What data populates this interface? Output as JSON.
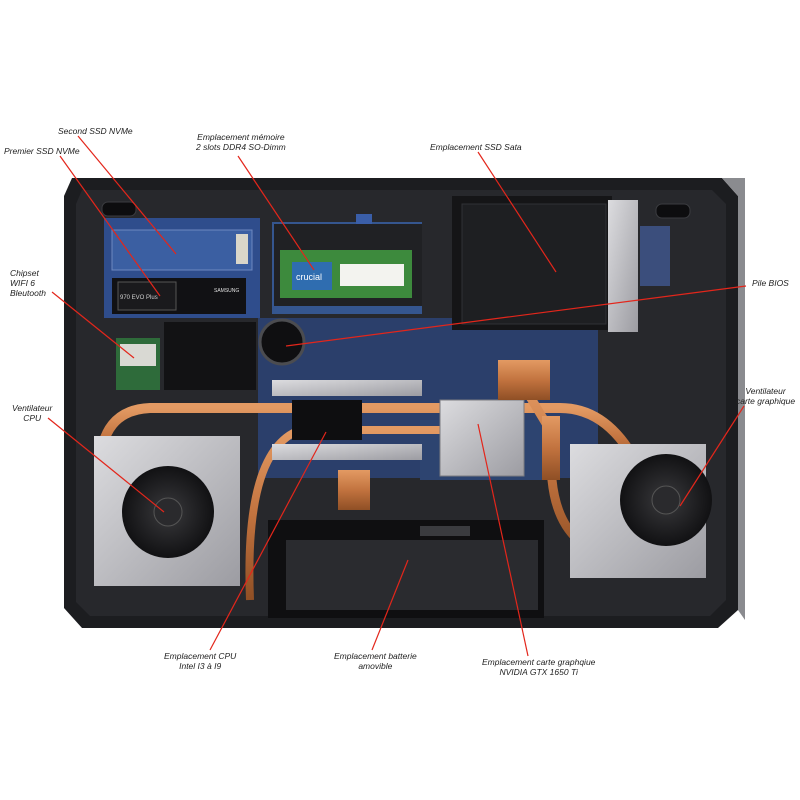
{
  "colors": {
    "leader_line": "#e3261b",
    "chassis": "#1c1d20",
    "board": "#2f4d8c",
    "copper": "#c87a45",
    "heatsink_silver": "#b9b9bd"
  },
  "ssd_brand": "SAMSUNG",
  "ssd_model": "970 EVO Plus",
  "ram_brand": "crucial",
  "labels": {
    "second_ssd": [
      "Second SSD NVMe"
    ],
    "premier_ssd": [
      "Premier SSD NVMe"
    ],
    "memoire": [
      "Emplacement mémoire",
      "2 slots DDR4 SO-Dimm"
    ],
    "ssd_sata": [
      "Emplacement SSD Sata"
    ],
    "chipset": [
      "Chipset",
      "WIFI 6",
      "Bleutooth"
    ],
    "pile_bios": [
      "Pile BIOS"
    ],
    "ventilateur_cpu": [
      "Ventilateur",
      "CPU"
    ],
    "ventilateur_gpu": [
      "Ventilateur",
      "carte graphique"
    ],
    "cpu": [
      "Emplacement CPU",
      "Intel I3 à I9"
    ],
    "batterie": [
      "Emplacement batterie",
      "amovible"
    ],
    "carte_graphique": [
      "Emplacement carte graphqiue",
      "NVIDIA GTX 1650 Ti"
    ]
  }
}
